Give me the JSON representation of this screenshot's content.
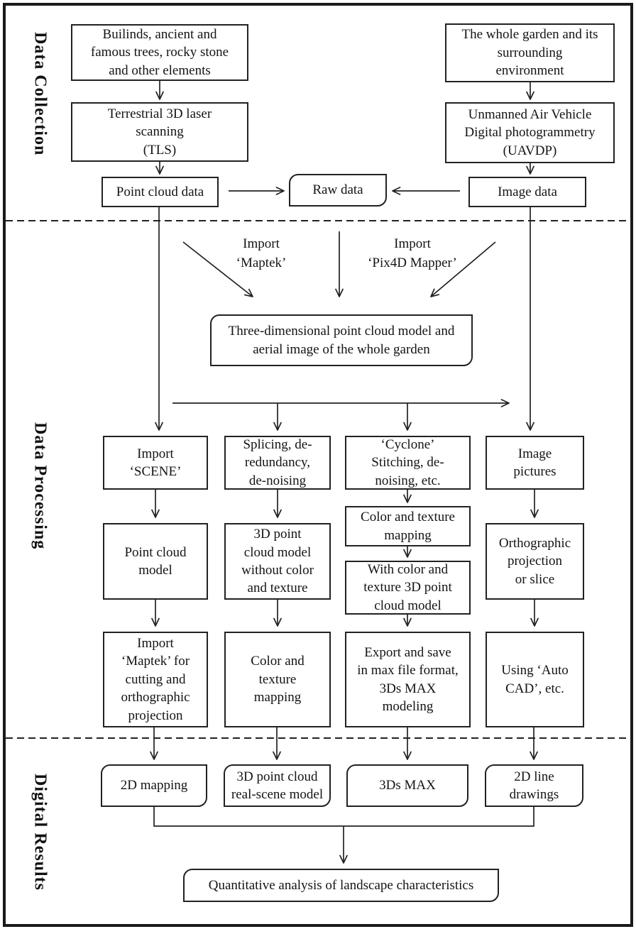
{
  "figure": {
    "sections": {
      "collection": "Data Collection",
      "processing": "Data Processing",
      "results": "Digital Results"
    },
    "notes": {
      "maptek": "Import\n‘Maptek’",
      "pix4d": "Import\n‘Pix4D Mapper’"
    },
    "nodes": {
      "elements": "Builinds, ancient and\nfamous trees, rocky stone\nand other elements",
      "tls": "Terrestrial 3D laser\nscanning\n(TLS)",
      "point_cloud_data": "Point cloud data",
      "raw_data": "Raw data",
      "garden": "The whole garden and its\nsurrounding\nenvironment",
      "uavdp": "Unmanned Air Vehicle\nDigital photogrammetry\n(UAVDP)",
      "image_data": "Image data",
      "model_3d": "Three-dimensional point cloud model and\naerial image of the whole garden",
      "import_scene": "Import\n‘SCENE’",
      "splicing": "Splicing, de-\nredundancy,\nde-noising",
      "cyclone": "‘Cyclone’\nStitching, de-\nnoising, etc.",
      "image_pictures": "Image\npictures",
      "point_cloud_model": "Point cloud\nmodel",
      "model_no_color": "3D point\ncloud model\nwithout color\nand texture",
      "ct_mapping_1": "Color and texture\nmapping",
      "with_color_model": "With color and\ntexture 3D point\ncloud model",
      "orthographic": "Orthographic\nprojection\nor slice",
      "maptek_cutting": "Import\n‘Maptek’ for\ncutting and\northographic\nprojection",
      "ct_mapping_2": "Color and\ntexture\nmapping",
      "export_max": "Export and save\nin max file format,\n3Ds MAX\nmodeling",
      "autocad": "Using ‘Auto\nCAD’, etc.",
      "mapping_2d": "2D mapping",
      "real_scene_model": "3D point cloud\nreal-scene model",
      "max_3ds": "3Ds MAX",
      "line_drawings": "2D line\ndrawings",
      "quantitative": "Quantitative analysis of landscape characteristics"
    }
  }
}
